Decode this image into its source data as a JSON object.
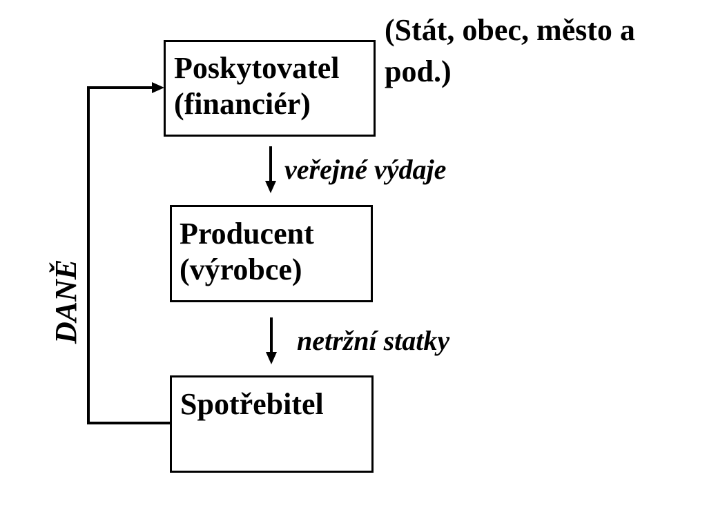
{
  "nodes": {
    "provider": {
      "line1": "Poskytovatel",
      "line2": "(financiér)"
    },
    "producer": {
      "line1": "Producent",
      "line2": "(výrobce)"
    },
    "consumer": {
      "line1": "Spotřebitel"
    }
  },
  "note": {
    "line1": "(Stát, obec, město a",
    "line2": "pod.)"
  },
  "edges": {
    "provider_to_producer": "veřejné výdaje",
    "producer_to_consumer": "netržní statky",
    "consumer_to_provider": "DANĚ"
  }
}
